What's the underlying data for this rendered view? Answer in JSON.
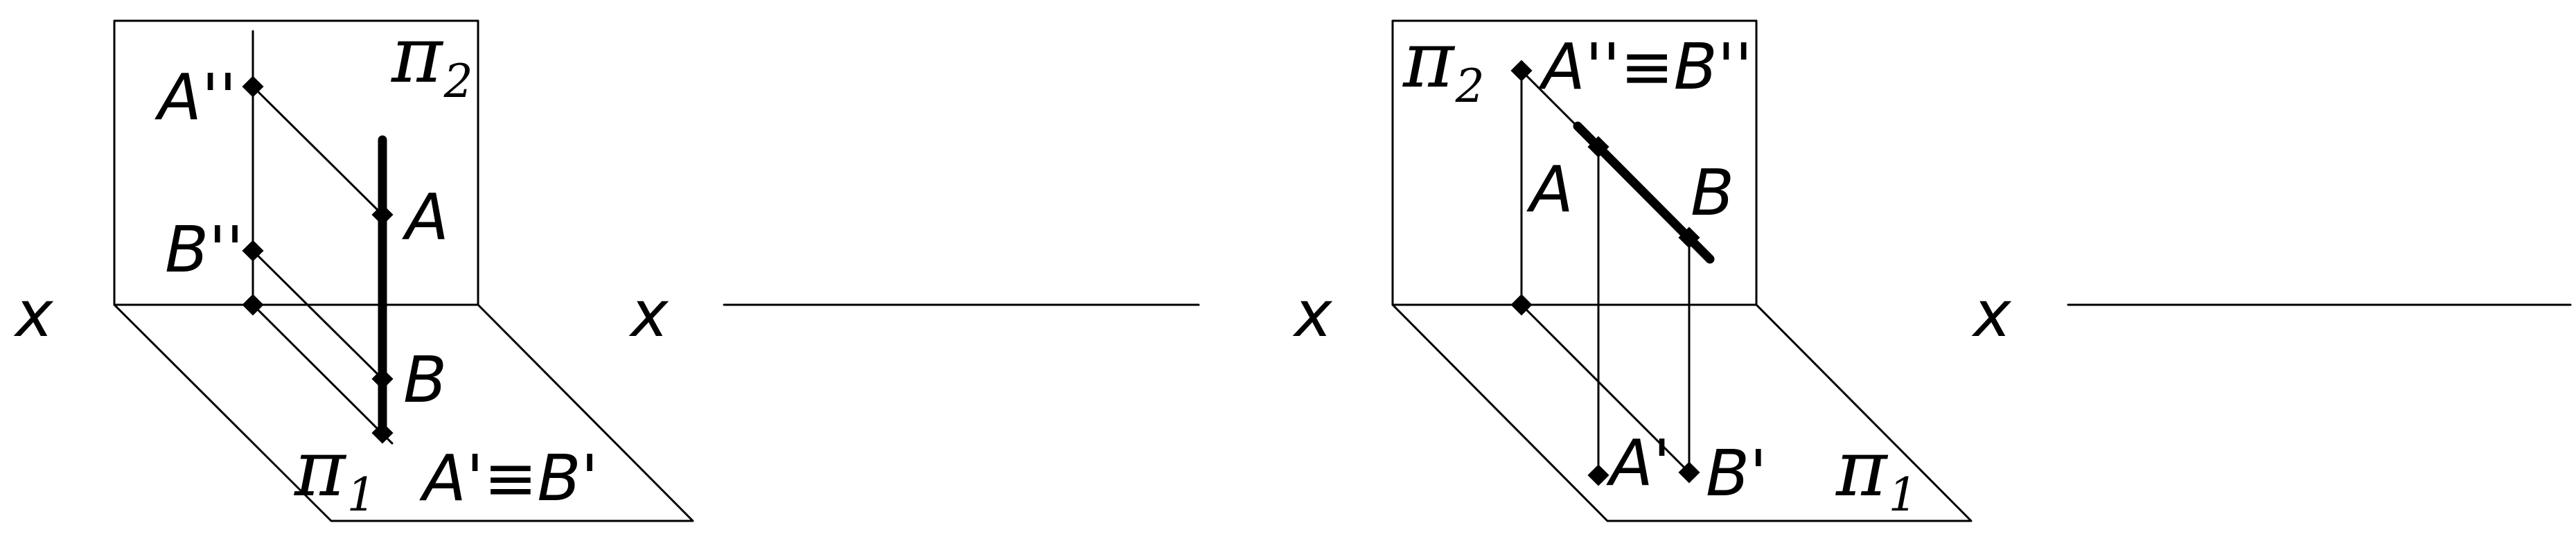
{
  "left_figure": {
    "plane_upper": "π",
    "plane_upper_sub": "2",
    "plane_lower": "π",
    "plane_lower_sub": "1",
    "x_axis": "x",
    "label_a_front": "A''",
    "label_b_front": "B''",
    "label_a": "A",
    "label_b": "B",
    "label_horizontal": "A'≡B'"
  },
  "left_blank": {
    "x_axis": "x"
  },
  "right_figure": {
    "plane_upper": "π",
    "plane_upper_sub": "2",
    "plane_lower": "π",
    "plane_lower_sub": "1",
    "x_axis": "x",
    "label_front": "A''≡B''",
    "label_a": "A",
    "label_b": "B",
    "label_a_horizontal": "A'",
    "label_b_horizontal": "B'"
  },
  "right_blank": {
    "x_axis": "x"
  }
}
